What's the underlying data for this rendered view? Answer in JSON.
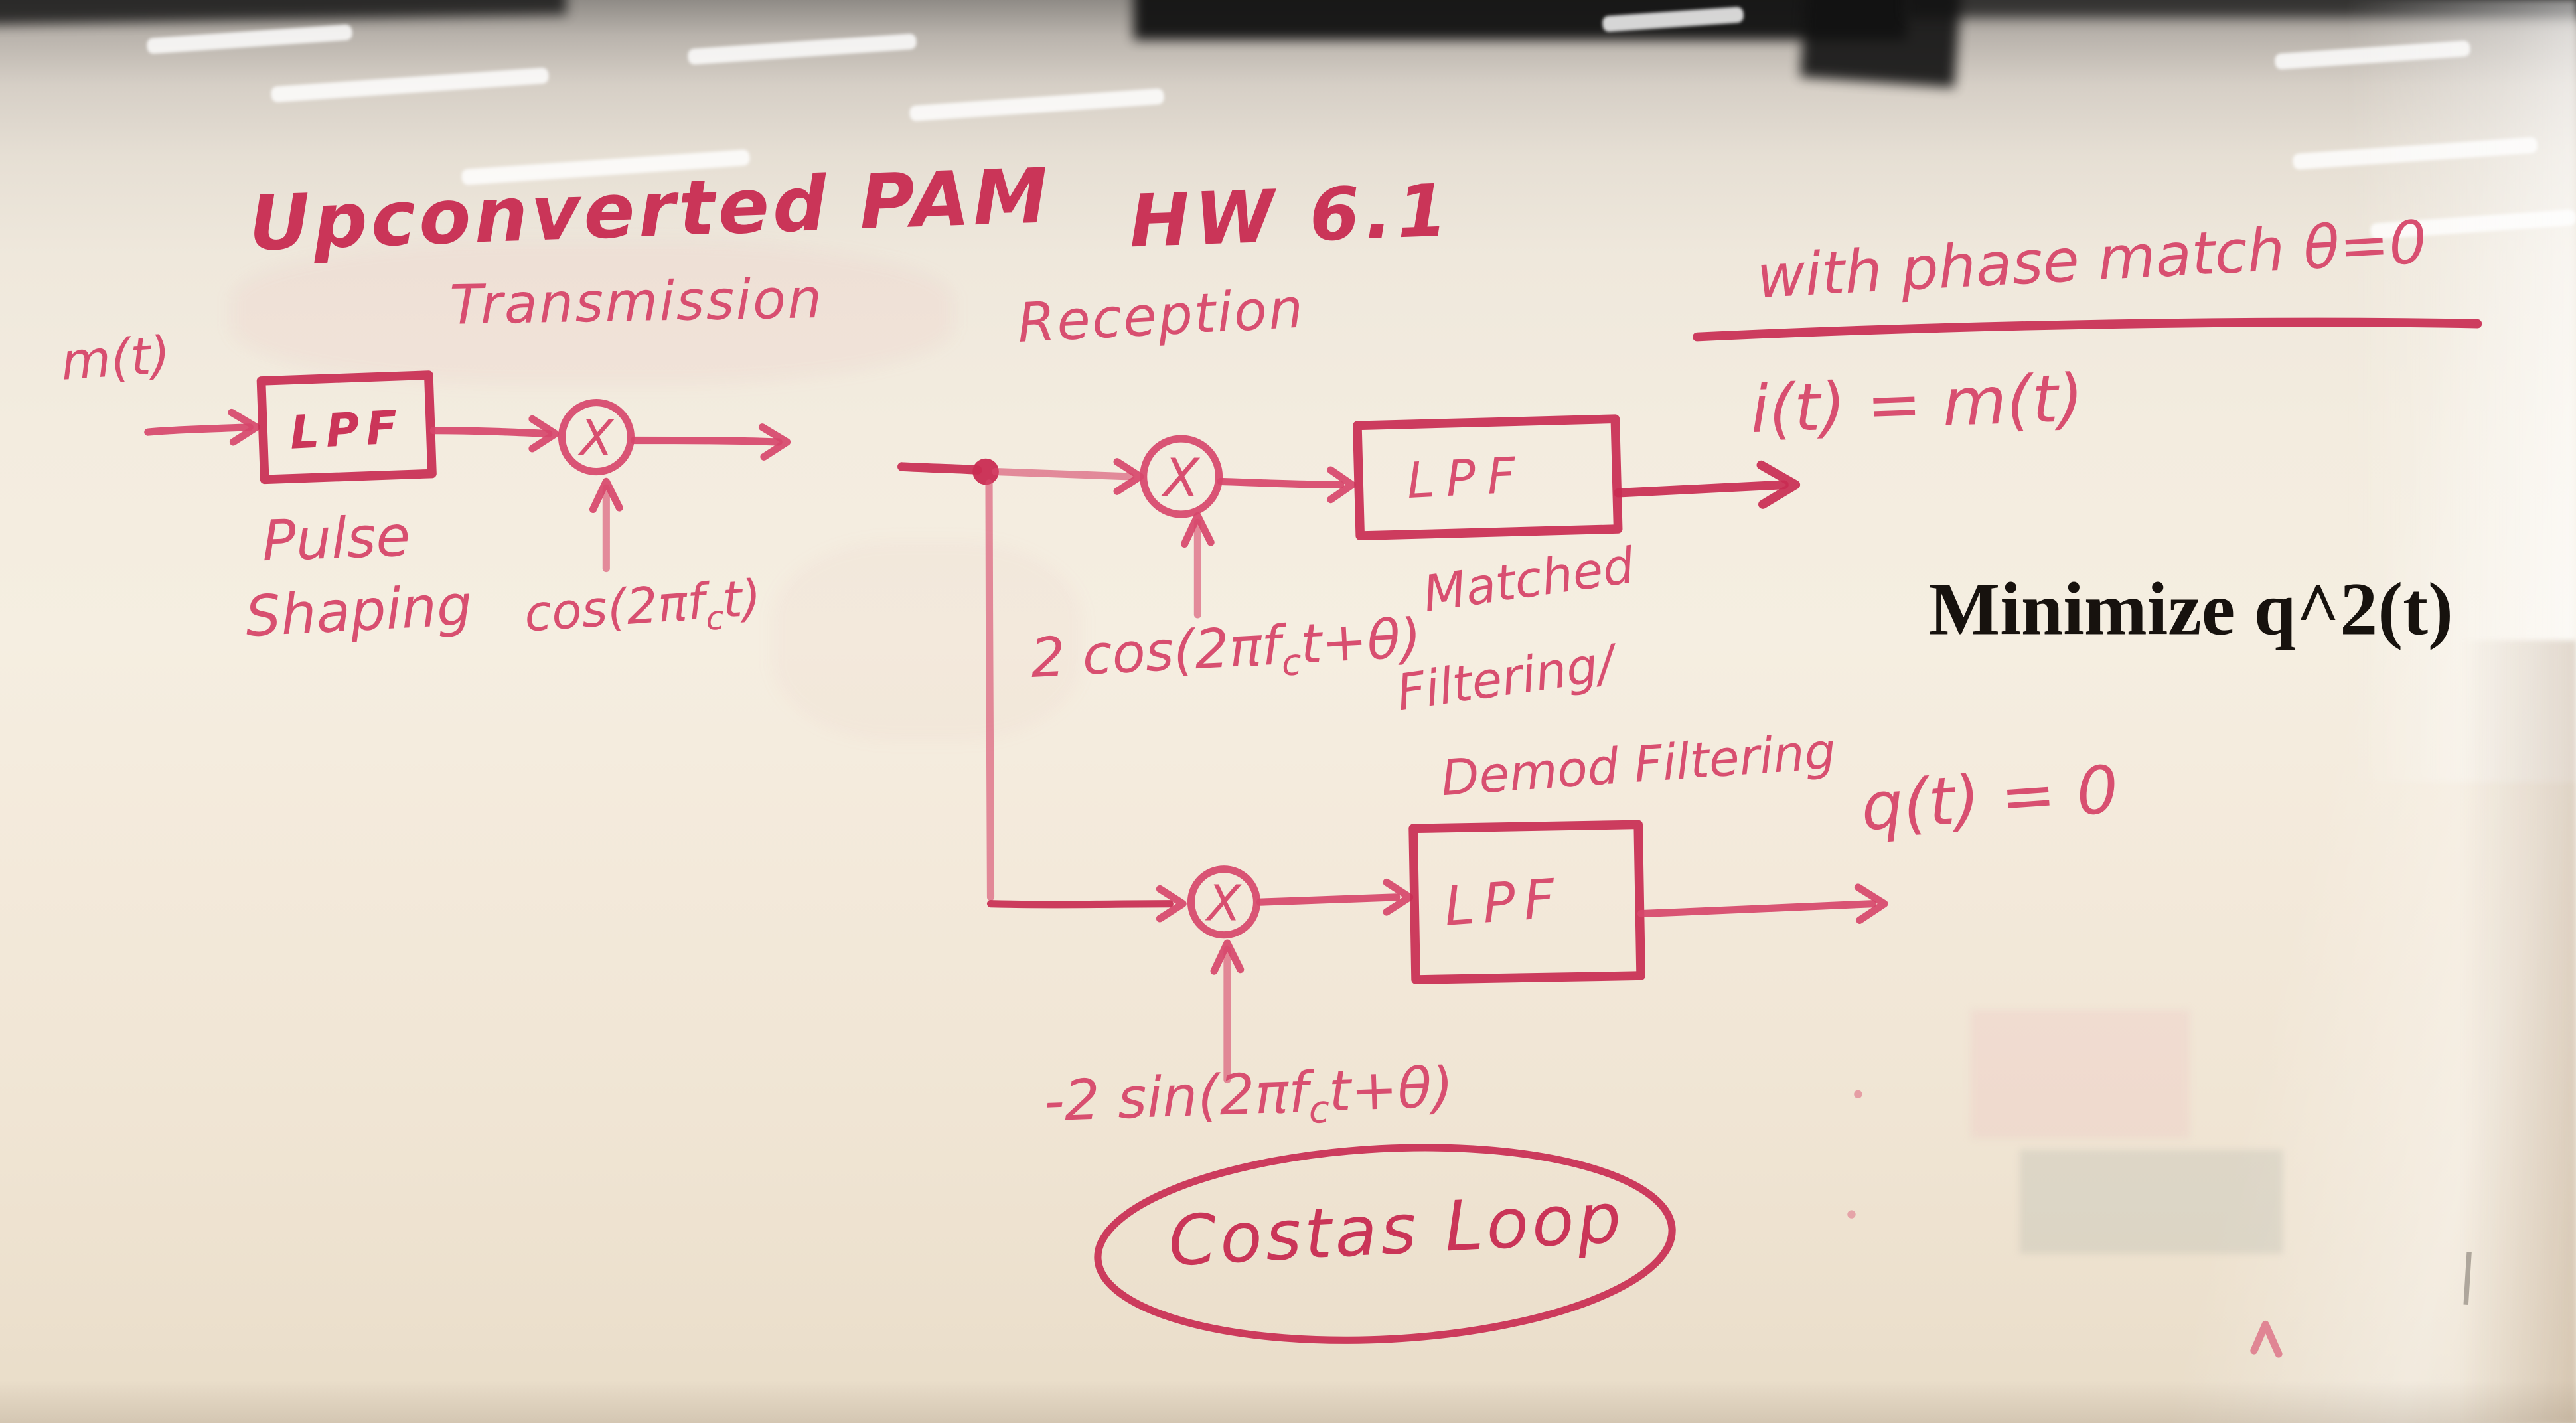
{
  "header": {
    "title": "Upconverted PAM",
    "hw_label": "HW 6.1",
    "tx_subtitle": "Transmission",
    "rx_subtitle": "Reception"
  },
  "transmitter": {
    "input_signal": "m(t)",
    "lpf_label": "LPF",
    "lpf_caption": [
      "Pulse",
      "Shaping"
    ],
    "mixer_symbol": "X",
    "carrier": {
      "prefix": "cos(2πf",
      "sub": "c",
      "suffix": "t)"
    }
  },
  "receiver": {
    "i_mixer_symbol": "X",
    "i_lpf_label": "LPF",
    "i_carrier": {
      "prefix": "2 cos(2πf",
      "sub": "c",
      "suffix": "t+θ)"
    },
    "filter_caption": [
      "Matched",
      "Filtering/",
      "Demod Filtering"
    ],
    "q_mixer_symbol": "X",
    "q_lpf_label": "LPF",
    "q_carrier": {
      "prefix": "-2 sin(2πf",
      "sub": "c",
      "suffix": "t+θ)"
    },
    "costas_label": "Costas Loop"
  },
  "results": {
    "phase_note": "with phase match θ=0",
    "i_equation": "i(t) = m(t)",
    "q_equation": "q(t) = 0"
  },
  "overlay": {
    "minimize_note": "Minimize q^2(t)"
  },
  "colors": {
    "marker": "#d7476b",
    "markerDeep": "#c92c52",
    "overlayText": "#17120e"
  }
}
